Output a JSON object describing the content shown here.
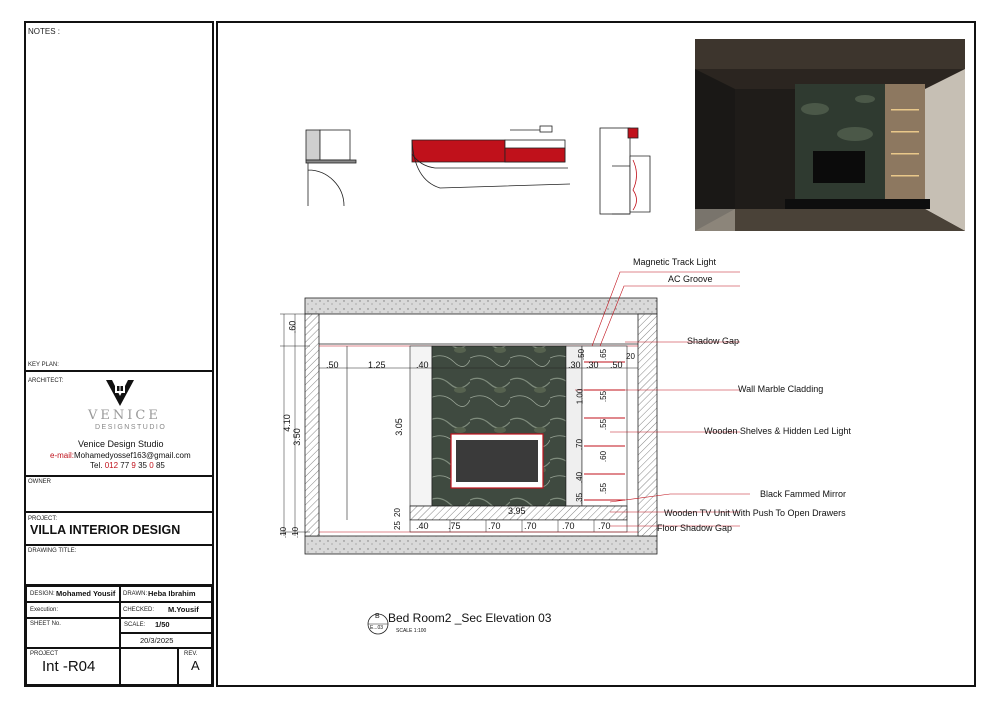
{
  "titleblock": {
    "notes_label": "NOTES :",
    "key_plan_label": "KEY  PLAN:",
    "architect_label": "ARCHITECT:",
    "logo_text": "VENICE",
    "logo_sub": "DESIGNSTUDIO",
    "studio_name": "Venice Design Studio",
    "email_prefix": "e-mail:",
    "email": "Mohamedyossef163@gmail.com",
    "tel_label": "Tel.",
    "tel_parts": [
      "012",
      "77",
      "9",
      "35",
      "0",
      "85"
    ],
    "owner_label": "OWNER",
    "project_label": "PROJECT:",
    "project_name": "VILLA INTERIOR DESIGN",
    "drawing_title_label": "DRAWING TITLE:",
    "design_label": "DESIGN:",
    "design_value": "Mohamed Yousif",
    "drawn_label": "DRAWN:",
    "drawn_value": "Heba Ibrahim",
    "execution_label": "Execution:",
    "checked_label": "CHECKED:",
    "checked_value": "M.Yousif",
    "sheet_label": "SHEET  No.",
    "scale_label": "SCALE:",
    "scale_value": "1/50",
    "date_value": "20/3/2025",
    "project_code_label": "PROJECT",
    "project_code": "Int -R04",
    "rev_label": "REV.",
    "rev_value": "A"
  },
  "drawing": {
    "title": "Bed Room2 _Sec Elevation 03",
    "scale_note": "SCALE 1:100",
    "bubble_letter": "B",
    "bubble_sheet": "E...03",
    "callouts": [
      "Magnetic Track Light",
      "AC Groove",
      "Shadow Gap",
      "Wall Marble Cladding",
      "Wooden Shelves & Hidden Led Light",
      "Black Fammed Mirror",
      "Wooden TV Unit  With Push To Open Drawers",
      "Floor Shadow Gap"
    ],
    "dims_top": [
      ".50",
      "1.25",
      ".40",
      ".30",
      ".30",
      ".50",
      "20"
    ],
    "dims_bottom": [
      ".40",
      ".75",
      ".70",
      ".70",
      ".70",
      ".70"
    ],
    "dims_left": [
      ".60",
      "4.10",
      "3.50",
      ".10",
      ".10"
    ],
    "dims_inner": [
      "3.05",
      "1.00",
      ".70",
      ".40",
      ".35",
      "20",
      "25",
      "3.95"
    ],
    "dims_shelves": [
      ".50",
      ".65",
      ".55",
      ".55",
      ".60",
      ".55"
    ],
    "colors": {
      "red": "#c0111b",
      "marble": "#3f4a40",
      "line": "#222"
    }
  }
}
